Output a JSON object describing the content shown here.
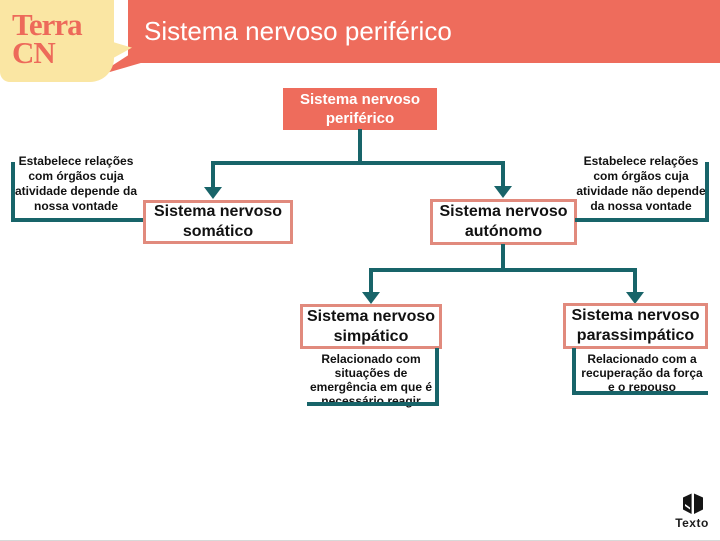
{
  "brand": {
    "logo_top": "Terra",
    "logo_bottom": "CN",
    "publisher": "Texto"
  },
  "header": {
    "title": "Sistema nervoso periférico"
  },
  "colors": {
    "salmon": "#EE6C5C",
    "salmon_border": "#E18A7D",
    "cream": "#FAE6A3",
    "teal_line": "#186469",
    "text": "#111111",
    "title_text": "#FFFFFF"
  },
  "diagram": {
    "root": {
      "lines": [
        "Sistema nervoso",
        "periférico"
      ]
    },
    "somatico": {
      "lines": [
        "Sistema nervoso",
        "somático"
      ]
    },
    "autonomo": {
      "lines": [
        "Sistema nervoso",
        "autónomo"
      ]
    },
    "simpatico": {
      "lines": [
        "Sistema nervoso",
        "simpático"
      ]
    },
    "parassimpatico": {
      "lines": [
        "Sistema nervoso",
        "parassimpático"
      ]
    },
    "left_note": {
      "lines": [
        "Estabelece relações",
        "com órgãos cuja",
        "atividade depende da",
        "nossa vontade"
      ]
    },
    "right_note": {
      "lines": [
        "Estabelece relações",
        "com órgãos cuja",
        "atividade não depende",
        "da nossa vontade"
      ]
    },
    "simpatico_note": {
      "lines": [
        "Relacionado com",
        "situações de",
        "emergência em que é",
        "necessário reagir"
      ]
    },
    "parassimpatico_note": {
      "lines": [
        "Relacionado com a",
        "recuperação da força",
        "e o repouso"
      ]
    }
  }
}
